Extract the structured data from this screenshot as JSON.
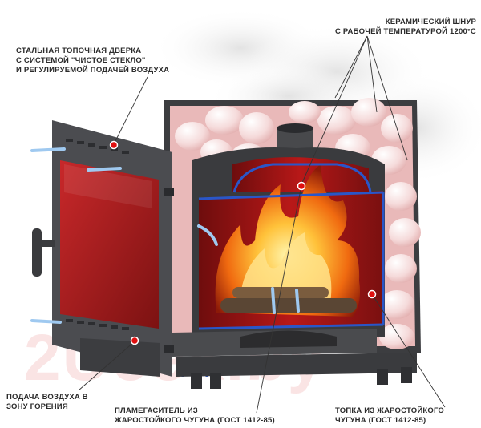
{
  "labels": {
    "door": [
      "СТАЛЬНАЯ ТОПОЧНАЯ ДВЕРКА",
      "С СИСТЕМОЙ \"ЧИСТОЕ СТЕКЛО\"",
      "И РЕГУЛИРУЕМОЙ ПОДАЧЕЙ ВОЗДУХА"
    ],
    "cord": [
      "КЕРАМИЧЕСКИЙ ШНУР",
      "С РАБОЧЕЙ ТЕМПЕРАТУРОЙ 1200°С"
    ],
    "air": [
      "ПОДАЧА ВОЗДУХА В",
      "ЗОНУ ГОРЕНИЯ"
    ],
    "flame": [
      "ПЛАМЕГАСИТЕЛЬ ИЗ",
      "ЖАРОСТОЙКОГО ЧУГУНА (ГОСТ 1412-85)"
    ],
    "firebox": [
      "ТОПКА ИЗ ЖАРОСТОЙКОГО",
      "ЧУГУНА (ГОСТ 1412-85)"
    ]
  },
  "watermark": "2Ucek.by",
  "colors": {
    "marker": "#e01010",
    "line": "#333333",
    "glass": "#b01c1c",
    "cord": "#2a56c8",
    "fire": "#ff9a1a"
  }
}
